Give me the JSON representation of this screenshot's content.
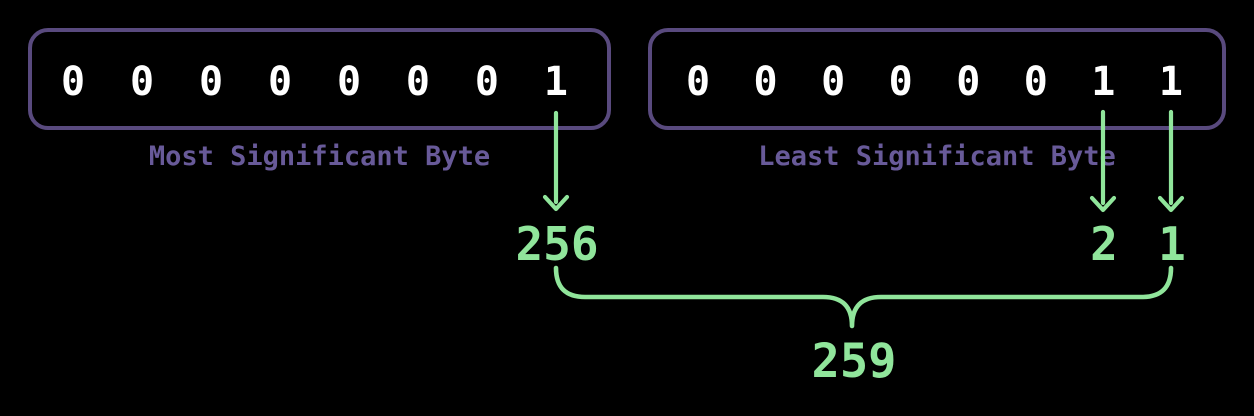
{
  "colors": {
    "background": "#000000",
    "box_border": "#594a7e",
    "label_text": "#685a99",
    "accent_green": "#90e59b",
    "bit_text": "#ffffff"
  },
  "msb": {
    "label": "Most Significant Byte",
    "bits": [
      "0",
      "0",
      "0",
      "0",
      "0",
      "0",
      "0",
      "1"
    ]
  },
  "lsb": {
    "label": "Least Significant Byte",
    "bits": [
      "0",
      "0",
      "0",
      "0",
      "0",
      "0",
      "1",
      "1"
    ]
  },
  "place_values": {
    "bit8": "256",
    "bit1": "2",
    "bit0": "1"
  },
  "total": {
    "value": "259"
  }
}
